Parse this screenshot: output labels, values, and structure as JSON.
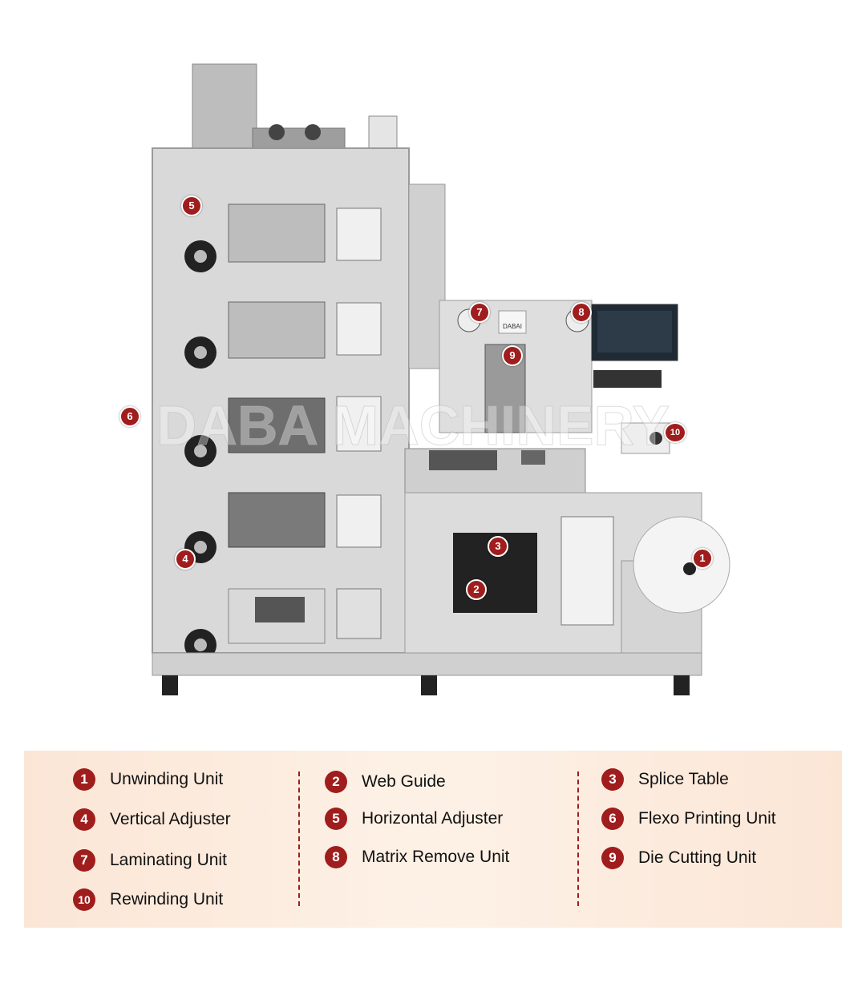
{
  "diagram": {
    "watermark": "DABA MACHINERY",
    "brand_label": "DABAI",
    "markers": [
      {
        "num": "1"
      },
      {
        "num": "2"
      },
      {
        "num": "3"
      },
      {
        "num": "4"
      },
      {
        "num": "5"
      },
      {
        "num": "6"
      },
      {
        "num": "7"
      },
      {
        "num": "8"
      },
      {
        "num": "9"
      },
      {
        "num": "10"
      }
    ]
  },
  "legend": {
    "items": [
      {
        "num": "1",
        "label": "Unwinding Unit"
      },
      {
        "num": "2",
        "label": "Web Guide"
      },
      {
        "num": "3",
        "label": "Splice Table"
      },
      {
        "num": "4",
        "label": "Vertical Adjuster"
      },
      {
        "num": "5",
        "label": "Horizontal Adjuster"
      },
      {
        "num": "6",
        "label": "Flexo Printing Unit"
      },
      {
        "num": "7",
        "label": "Laminating Unit"
      },
      {
        "num": "8",
        "label": "Matrix Remove Unit"
      },
      {
        "num": "9",
        "label": "Die Cutting Unit"
      },
      {
        "num": "10",
        "label": "Rewinding Unit"
      }
    ]
  },
  "colors": {
    "marker": "#a01d1d",
    "machine_body": "#d9d9d9",
    "panel_bg": "#fbe6d6"
  }
}
